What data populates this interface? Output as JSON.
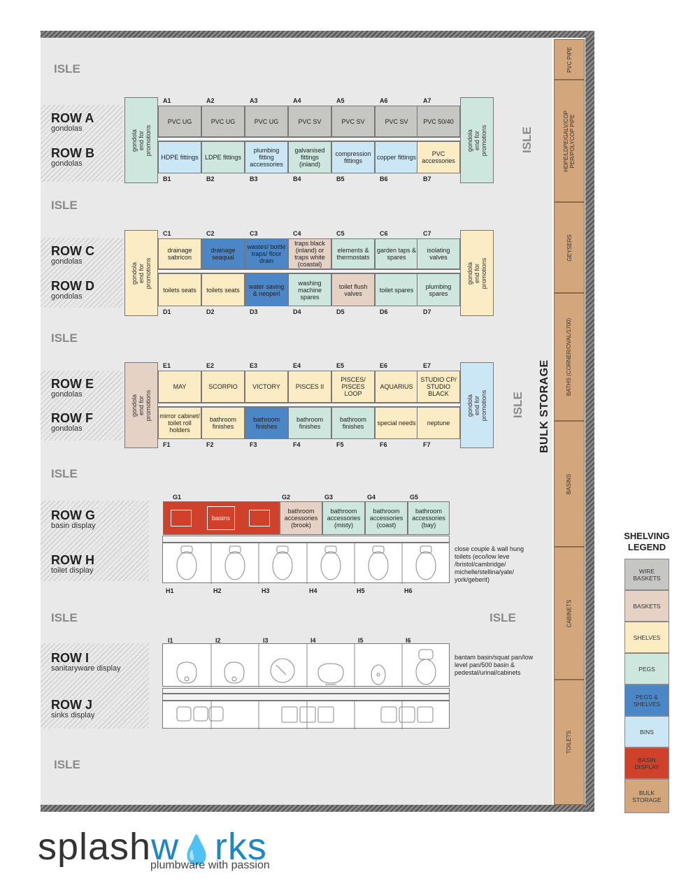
{
  "labels": {
    "isle": "ISLE",
    "bulk_storage": "BULK STORAGE"
  },
  "gondola_end": "gondola end for promotions",
  "rows": {
    "a": {
      "title": "ROW A",
      "sub": "gondolas"
    },
    "b": {
      "title": "ROW B",
      "sub": "gondolas"
    },
    "c": {
      "title": "ROW C",
      "sub": "gondolas"
    },
    "d": {
      "title": "ROW D",
      "sub": "gondolas"
    },
    "e": {
      "title": "ROW E",
      "sub": "gondolas"
    },
    "f": {
      "title": "ROW F",
      "sub": "gondolas"
    },
    "g": {
      "title": "ROW G",
      "sub": "basin display"
    },
    "h": {
      "title": "ROW H",
      "sub": "toilet display"
    },
    "i": {
      "title": "ROW I",
      "sub": "sanitaryware display"
    },
    "j": {
      "title": "ROW J",
      "sub": "sinks display"
    }
  },
  "ids": {
    "a": [
      "A1",
      "A2",
      "A3",
      "A4",
      "A5",
      "A6",
      "A7"
    ],
    "b": [
      "B1",
      "B2",
      "B3",
      "B4",
      "B5",
      "B6",
      "B7"
    ],
    "c": [
      "C1",
      "C2",
      "C3",
      "C4",
      "C5",
      "C6",
      "C7"
    ],
    "d": [
      "D1",
      "D2",
      "D3",
      "D4",
      "D5",
      "D6",
      "D7"
    ],
    "e": [
      "E1",
      "E2",
      "E3",
      "E4",
      "E5",
      "E6",
      "E7"
    ],
    "f": [
      "F1",
      "F2",
      "F3",
      "F4",
      "F5",
      "F6",
      "F7"
    ],
    "g": [
      "G1",
      "G2",
      "G3",
      "G4",
      "G5"
    ],
    "h": [
      "H1",
      "H2",
      "H3",
      "H4",
      "H5",
      "H6"
    ],
    "i": [
      "I1",
      "I2",
      "I3",
      "I4",
      "I5",
      "I6"
    ]
  },
  "cells": {
    "a": [
      "PVC UG",
      "PVC UG",
      "PVC UG",
      "PVC SV",
      "PVC SV",
      "PVC SV",
      "PVC 50/40"
    ],
    "b": [
      "HDPE fittings",
      "LDPE fittings",
      "plumbing fitting accessories",
      "galvanised fittings (inland)",
      "compression fittings",
      "copper fittings",
      "PVC accessories"
    ],
    "c": [
      "drainage sabricon",
      "drainage seaqual",
      "wastes/ bottle traps/ floor drain",
      "traps black (inland) or traps white (coastal)",
      "elements & thermostats",
      "garden taps & spares",
      "isolating valves"
    ],
    "d": [
      "toilets seats",
      "toilets seats",
      "water saving & neoperl",
      "washing machine spares",
      "toilet flush valves",
      "toilet spares",
      "plumbing spares"
    ],
    "e": [
      "MAY",
      "SCORPIO",
      "VICTORY",
      "PISCES II",
      "PISCES/ PISCES LOOP",
      "AQUARIUS",
      "STUDIO CP/ STUDIO BLACK"
    ],
    "f": [
      "mirror cabinet/ toilet roll holders",
      "bathroom finishes",
      "bathroom finishes",
      "bathroom finishes",
      "bathroom finishes",
      "special needs",
      "neptune"
    ],
    "g": [
      "bathroom accessories (brook)",
      "bathroom accessories (misty)",
      "bathroom accessories (coast)",
      "bathroom accessories (bay)"
    ]
  },
  "basins_label": "basins",
  "h_note": "close couple & wall hung toilets (eco/low leve /bristol/cambridge/ michelle/stellina/yale/ york/geberit)",
  "i_note": "bantam basin/squat pan/low level pan/500 basin & pedestal/urinal/cabinets",
  "bulk_sections": [
    "PVC PIPE",
    "HDPE/LDPE/GALV/COP PER/POLYCOP PIPE",
    "GEYSERS",
    "BATHS (CORNER/OVAL/1700)",
    "BASINS",
    "CABINETS",
    "TOILETS"
  ],
  "legend": {
    "title": "SHELVING LEGEND",
    "items": [
      {
        "label": "WIRE BASKETS",
        "color": "#c6c6c3"
      },
      {
        "label": "BASKETS",
        "color": "#e5d2c5"
      },
      {
        "label": "SHELVES",
        "color": "#fbecc4"
      },
      {
        "label": "PEGS",
        "color": "#cde6de"
      },
      {
        "label": "PEGS & SHELVES",
        "color": "#4b86c7"
      },
      {
        "label": "BINS",
        "color": "#cbe7f6"
      },
      {
        "label": "BASIN DISPLAY",
        "color": "#cf412b"
      },
      {
        "label": "BULK STORAGE",
        "color": "#d3a77b"
      }
    ]
  },
  "logo": {
    "part1": "splash",
    "part2": "w",
    "part3": "rks",
    "tagline": "plumbware with passion"
  }
}
